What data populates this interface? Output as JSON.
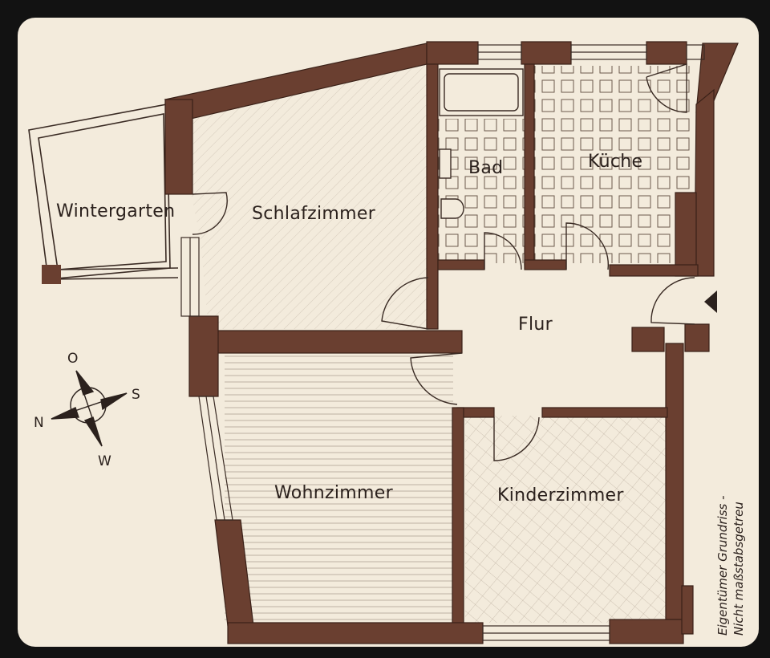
{
  "rooms": {
    "wintergarten": "Wintergarten",
    "schlafzimmer": "Schlafzimmer",
    "bad": "Bad",
    "kueche": "Küche",
    "flur": "Flur",
    "wohnzimmer": "Wohnzimmer",
    "kinderzimmer": "Kinderzimmer"
  },
  "compass": {
    "north": "N",
    "east": "O",
    "south": "S",
    "west": "W"
  },
  "note": {
    "line1": "Eigentümer Grundriss -",
    "line2": "Nicht maßstabsgetreu"
  },
  "colors": {
    "wall": "#6a3f30",
    "paper": "#f3ebdc",
    "ink": "#2b211d",
    "frame": "#121212"
  }
}
